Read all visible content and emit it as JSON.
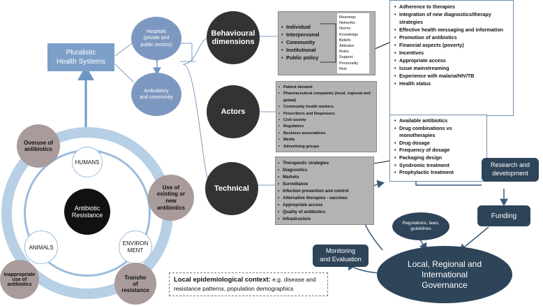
{
  "left": {
    "pluralistic": "Pluralistic\nHealth Systems",
    "hospitals": "Hospitals\n(private and\npublic sectors)",
    "ambulatory": "Ambulatory\nand community",
    "humans": "HUMANS",
    "animals": "ANIMALS",
    "environment": "ENVIRON\nMENT",
    "center": "Antibiotic\nResistance",
    "overuse": "Overuse of\nantibiotics",
    "use_new": "Use of\nexisting or\nnew\nantibiotics",
    "inappropriate": "Inappropriate\nuse of\nantibiotics",
    "transfer": "Transfer\nof\nresistance"
  },
  "dimensions": {
    "behavioural": "Behavioural\ndimensions",
    "actors": "Actors",
    "technical": "Technical"
  },
  "behavioural_list": [
    "Individual",
    "Interpersonal",
    "Community",
    "Institutional",
    "Public policy"
  ],
  "behavioural_factors": [
    "Meanings",
    "Networks",
    "Norms",
    "Knowledge",
    "Beliefs",
    "Attitudes",
    "Roles",
    "Support",
    "Personality",
    "Risk"
  ],
  "actors_list": [
    "Patient demand",
    "Pharmaceutical companies (local, regional and global)",
    "Community health workers",
    "Prescribers and Dispensers",
    "Civil society",
    "Regulators",
    "Business associations",
    "Media",
    "Advertising groups"
  ],
  "technical_list": [
    "Therapeutic strategies",
    "Diagnostics",
    "Markets",
    "Surveillance",
    "Infection prevention and control",
    "Alternative therapies - vaccines",
    "Appropriate access",
    "Quality of antibiotics",
    "Infrastructure"
  ],
  "top_right_list": [
    "Adherence to therapies",
    "Integration of new diagnostics/therapy strategies",
    "Effective health messaging and information",
    "Promotion of antibiotics",
    "Financial aspects (poverty)",
    "Incentives",
    "Appropriate access",
    "Issue mainstreaming",
    "Experience with malaria/HIV/TB",
    "Health status"
  ],
  "mid_right_list": [
    "Available antibiotics",
    "Drug combinations vs monotherapies",
    "Drug dosage",
    "Frequency of dosage",
    "Packaging design",
    "Syndromic treatment",
    "Prophylactic treatment"
  ],
  "governance": {
    "rd": "Research and\ndevelopment",
    "funding": "Funding",
    "regulations": "Regulations, laws,\nguidelines",
    "monitoring": "Monitoring\nand Evaluation",
    "local": "Local, Regional and\nInternational\nGovernance"
  },
  "context": {
    "bold": "Local epidemiological context:",
    "rest": " e.g. disease and resistance patterns, population demographics"
  }
}
